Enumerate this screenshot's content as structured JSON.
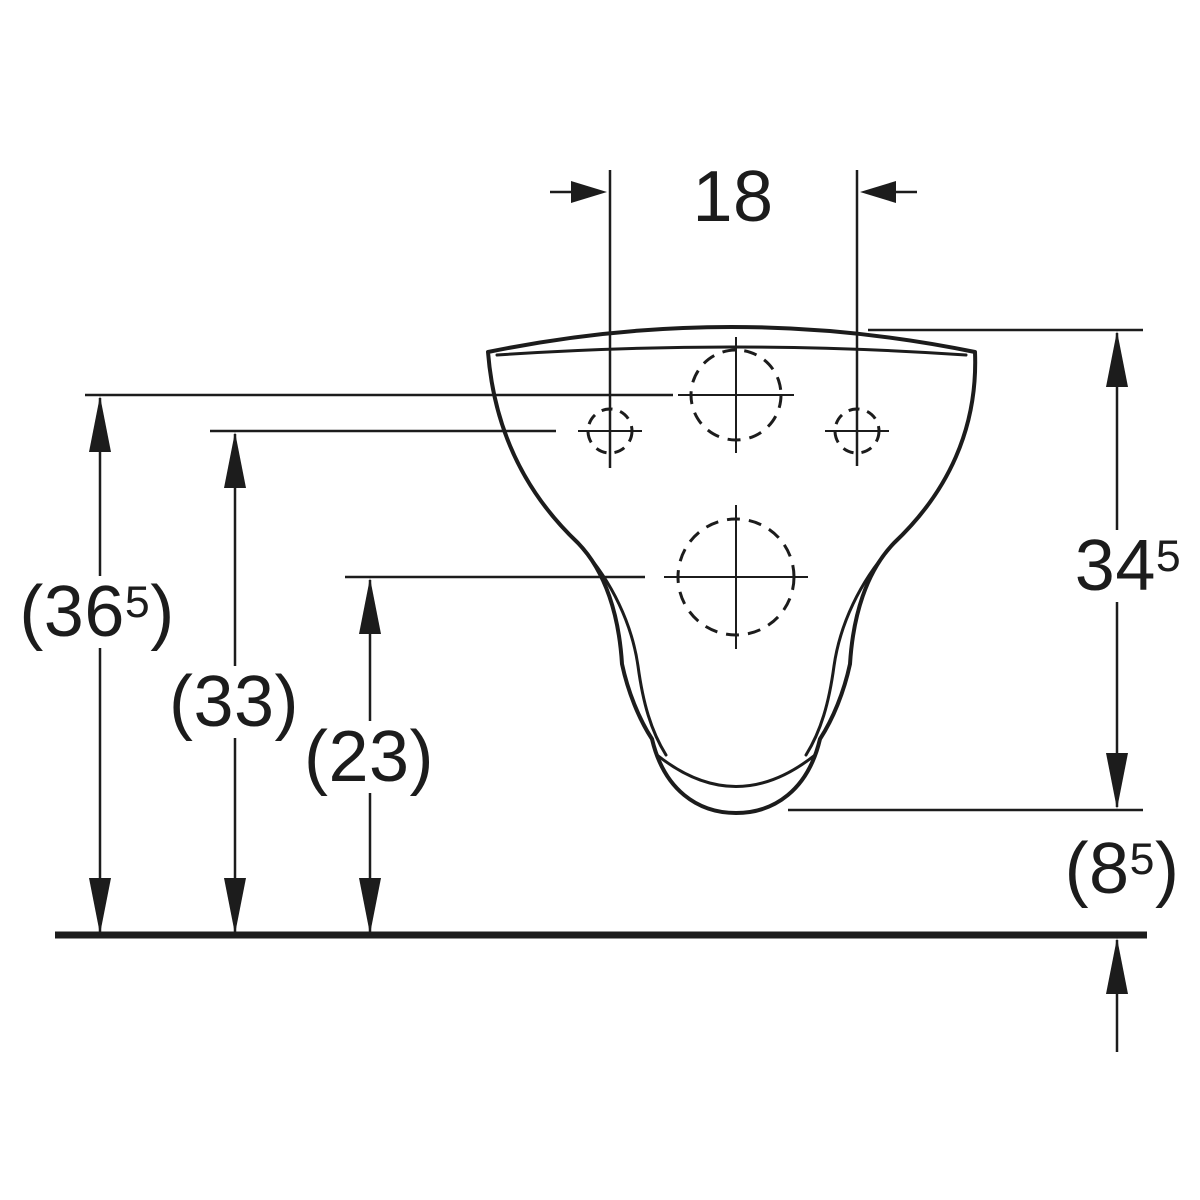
{
  "drawing": {
    "colors": {
      "line": "#1c1c1c",
      "background": "#ffffff"
    },
    "labels": {
      "hole_spacing": {
        "pre": "18",
        "sup": "",
        "post": ""
      },
      "height_total": {
        "pre": "(36",
        "sup": "5",
        "post": ")"
      },
      "height_mid": {
        "pre": "(33",
        "sup": "",
        "post": ")"
      },
      "height_low": {
        "pre": "(23",
        "sup": "",
        "post": ")"
      },
      "height_right": {
        "pre": "34",
        "sup": "5",
        "post": ""
      },
      "floor_gap": {
        "pre": "(8",
        "sup": "5",
        "post": ")"
      }
    }
  }
}
